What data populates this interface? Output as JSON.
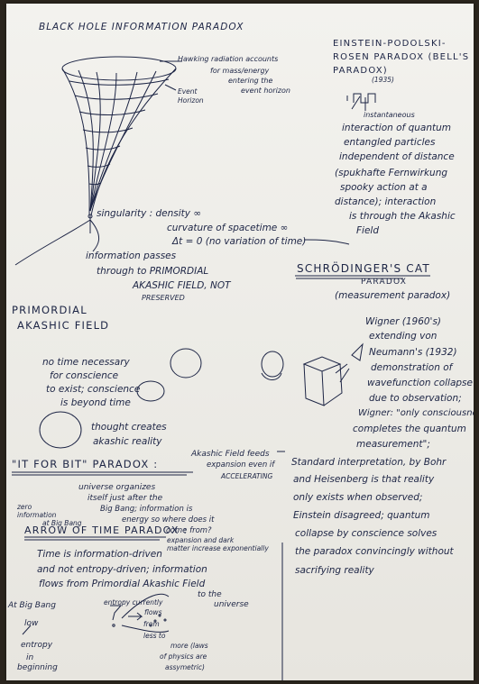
{
  "title": "BLACK HOLE INFORMATION PARADOX",
  "bh_labels": {
    "hawking": [
      "Hawking radiation accounts",
      "for mass/energy",
      "entering the",
      "event horizon"
    ],
    "event_horizon": [
      "Event",
      "Horizon"
    ],
    "singularity": [
      "singularity : density ∞",
      "curvature of spacetime ∞",
      "Δt = 0  (no variation of time)"
    ],
    "information": [
      "information passes",
      "through to PRIMORDIAL",
      "AKASHIC FIELD, NOT",
      "PRESERVED"
    ]
  },
  "primordial": {
    "heading": [
      "PRIMORDIAL",
      "AKASHIC FIELD"
    ],
    "notes": [
      "no time necessary",
      "for conscience",
      "to exist; conscience",
      "is beyond time"
    ],
    "thought": [
      "thought creates",
      "akashic reality"
    ]
  },
  "epr": {
    "heading": [
      "EINSTEIN-PODOLSKI-",
      "ROSEN PARADOX (BELL'S",
      "PARADOX)"
    ],
    "year": "(1935)",
    "body": [
      "instantaneous",
      "interaction of quantum",
      "entangled particles",
      "independent of distance",
      "(spukhafte Fernwirkung",
      "spooky action at a",
      "distance); interaction",
      "is through the Akashic",
      "Field"
    ]
  },
  "schrodinger": {
    "heading": [
      "SCHRÖDINGER'S CAT",
      "PARADOX"
    ],
    "sub": "(measurement paradox)",
    "wigner": [
      "Wigner (1960's)",
      "extending von",
      "Neumann's (1932)",
      "demonstration of",
      "wavefunction collapse",
      "due to observation;",
      "Wigner: \"only consciousness",
      "completes the quantum",
      "measurement\";"
    ],
    "standard": [
      "Standard interpretation, by Bohr",
      "and Heisenberg is that reality",
      "only exists when observed;",
      "Einstein disagreed; quantum",
      "collapse by conscience solves",
      "the paradox convincingly without",
      "sacrifying reality"
    ]
  },
  "it_for_bit": {
    "heading": "\"IT FOR BIT\" PARADOX :",
    "right": [
      "Akashic Field feeds",
      "expansion even if"
    ],
    "body": [
      "universe organizes",
      "itself just after the",
      "Big Bang; information is",
      "energy so where does it",
      "come from?"
    ],
    "acceleration": "ACCELERATING",
    "expansion": [
      "expansion and dark",
      "matter increase exponentially"
    ],
    "zero": [
      "zero",
      "information",
      "at Big Bang"
    ]
  },
  "arrow": {
    "heading": "ARROW OF TIME PARADOX :",
    "body": [
      "Time is information-driven",
      "and not entropy-driven; information",
      "flows from Primordial Akashic Field"
    ],
    "to_universe": [
      "to the",
      "universe"
    ],
    "big_bang": [
      "At Big Bang",
      "low",
      "entropy",
      "in",
      "beginning"
    ],
    "currently": [
      "entropy currently",
      "flows",
      "from",
      "less to",
      "more (laws",
      "of physics are",
      "assymetric)"
    ]
  }
}
